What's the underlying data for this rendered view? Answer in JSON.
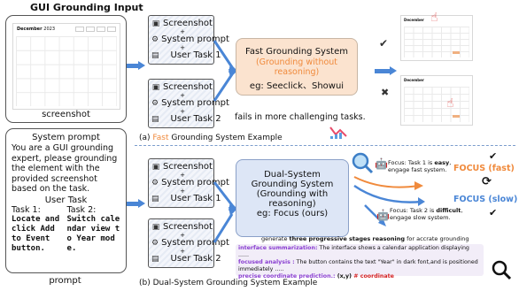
{
  "left": {
    "title": "GUI Grounding Input",
    "calendar_month": "December",
    "calendar_year": "2023",
    "screenshot_caption": "screenshot",
    "prompt_title": "System prompt",
    "prompt_text": "You are a GUI grounding expert, please grounding the element with the provided screenshot based on the task.",
    "user_task_label": "User Task",
    "task1_label": "Task 1:",
    "task1_text": "Locate and click Add to Event button.",
    "task2_label": "Task 2:",
    "task2_text": "Switch calendar view to Year mode.",
    "prompt_caption": "prompt"
  },
  "top": {
    "input_a": [
      "Screenshot",
      "+",
      "System prompt",
      "+",
      "User Task 1"
    ],
    "input_b": [
      "Screenshot",
      "+",
      "System prompt",
      "+",
      "User Task 2"
    ],
    "system_title": "Fast Grounding System",
    "system_sub": "(Grounding without reasoning)",
    "system_eg": "eg: Seeclick、Showui",
    "fail_text": "fails in more challenging tasks.",
    "caption_prefix": "(a) ",
    "caption_highlight": "Fast",
    "caption_rest": " Grounding System Example",
    "mark_ok": "✔",
    "mark_fail": "✖"
  },
  "bottom": {
    "input_a": [
      "Screenshot",
      "+",
      "System prompt",
      "+",
      "User Task 1"
    ],
    "input_b": [
      "Screenshot",
      "+",
      "System prompt",
      "+",
      "User Task 2"
    ],
    "system_line1": "Dual-System",
    "system_line2": "Grounding System",
    "system_line3": "(Grounding with reasoning)",
    "system_line4": "eg: Focus (ours)",
    "focus1_prefix": "Focus: Task 1 is ",
    "focus1_bold": "easy",
    "focus1_suffix": ",",
    "focus1_line2": "engage fast system.",
    "focus2_prefix": "Focus: Task 2 is ",
    "focus2_bold": "difficult",
    "focus2_suffix": ",",
    "focus2_line2": "engage slow system.",
    "label_fast": "FOCUS (fast)",
    "label_slow": "FOCUS (slow)",
    "generate_prefix": "generate ",
    "generate_bold": "three progressive stages reasoning",
    "generate_suffix": " for accrate grounding",
    "r1_label": "interface summarization:",
    "r1_text": " The interface shows a calendar application displaying ......",
    "r2_label": "focused analysis :",
    "r2_text": " The button contains the text \"Year\" in dark font,and is positioned",
    "r2_cont": "immediately .....",
    "r3_label": "precise coordinate prediction.:",
    "r3_text": " (x,y)",
    "r3_hash": "  # coordinate",
    "caption": "(b) Dual-System Grounding System Example"
  },
  "colors": {
    "accent_orange": "#f08a3c",
    "arrow_blue": "#4a86d6",
    "fast_box": "#fbe3cf",
    "dual_box": "#dde6f6",
    "reason_box": "#f2edf8",
    "label_purple": "#8a3fd1",
    "hash_red": "#d42020"
  },
  "icons": [
    "gear-icon",
    "image-icon",
    "document-icon",
    "check-icon",
    "cross-icon",
    "chart-icon",
    "robot-icon",
    "magnifier-icon",
    "cycle-icon",
    "hand-cursor-icon"
  ]
}
